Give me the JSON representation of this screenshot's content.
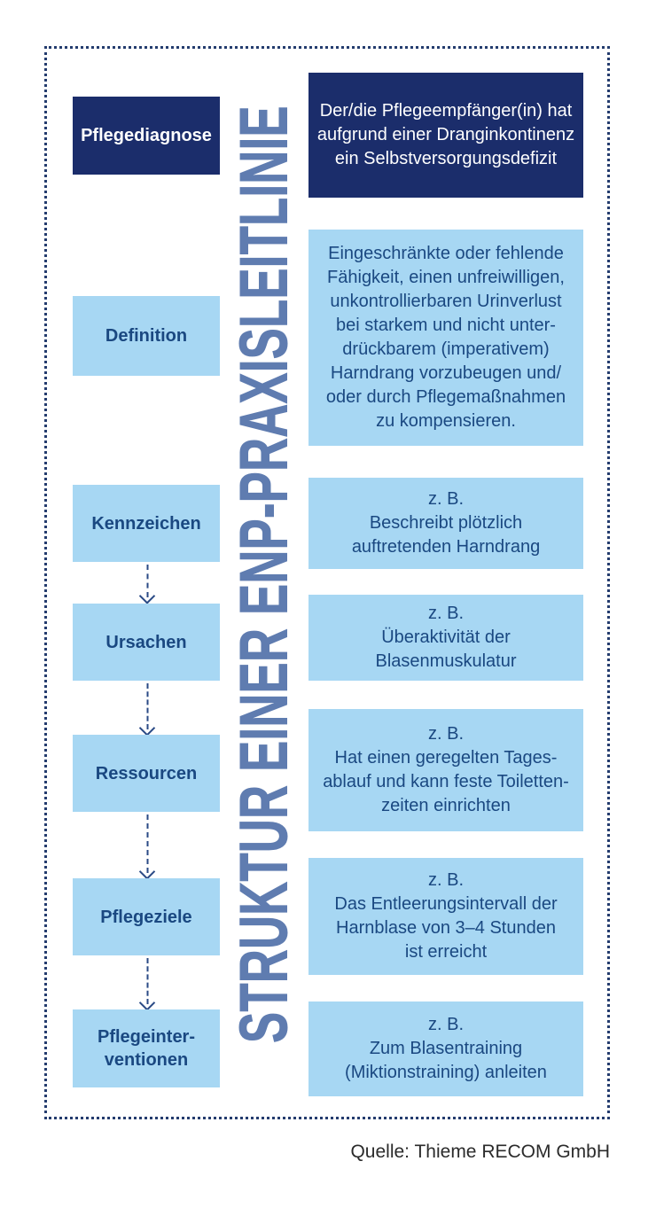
{
  "title": {
    "text": "STRUKTUR EINER ENP-PRAXISLEITLINIE"
  },
  "source": {
    "text": "Quelle: Thieme RECOM GmbH"
  },
  "colors": {
    "dark_navy": "#1b2d6b",
    "light_blue": "#a7d7f3",
    "text_navy": "#1a4881",
    "frame_navy": "#243c6e",
    "arrow_navy": "#2a4a85",
    "title_blue": "#5f7cb0",
    "source_gray": "#2b2b2b"
  },
  "rows": [
    {
      "label_lines": [
        "Pflegediagnose"
      ],
      "content_lines": [
        "Der/die Pflegeempfänger(in) hat",
        "aufgrund einer Dranginkontinenz",
        "ein Selbstversorgungsdefizit"
      ],
      "style": "dark"
    },
    {
      "label_lines": [
        "Definition"
      ],
      "content_lines": [
        "Eingeschränkte oder fehlende",
        "Fähigkeit, einen unfreiwilligen,",
        "unkontrollierbaren Urinverlust",
        "bei starkem und nicht unter-",
        "drückbarem (imperativem)",
        "Harndrang vorzubeugen und/",
        "oder durch Pflegemaßnahmen",
        "zu kompensieren."
      ],
      "style": "light"
    },
    {
      "label_lines": [
        "Kennzeichen"
      ],
      "content_lines": [
        "z. B.",
        "Beschreibt plötzlich",
        "auftretenden Harndrang"
      ],
      "style": "light"
    },
    {
      "label_lines": [
        "Ursachen"
      ],
      "content_lines": [
        "z. B.",
        "Überaktivität der",
        "Blasenmuskulatur"
      ],
      "style": "light"
    },
    {
      "label_lines": [
        "Ressourcen"
      ],
      "content_lines": [
        "z. B.",
        "Hat einen geregelten Tages-",
        "ablauf und kann feste Toiletten-",
        "zeiten einrichten"
      ],
      "style": "light"
    },
    {
      "label_lines": [
        "Pflegeziele"
      ],
      "content_lines": [
        "z. B.",
        "Das Entleerungsintervall der",
        "Harnblase von 3–4 Stunden",
        "ist erreicht"
      ],
      "style": "light"
    },
    {
      "label_lines": [
        "Pflegeinter-",
        "ventionen"
      ],
      "content_lines": [
        "z. B.",
        "Zum Blasentraining",
        "(Miktionstraining) anleiten"
      ],
      "style": "light"
    }
  ]
}
